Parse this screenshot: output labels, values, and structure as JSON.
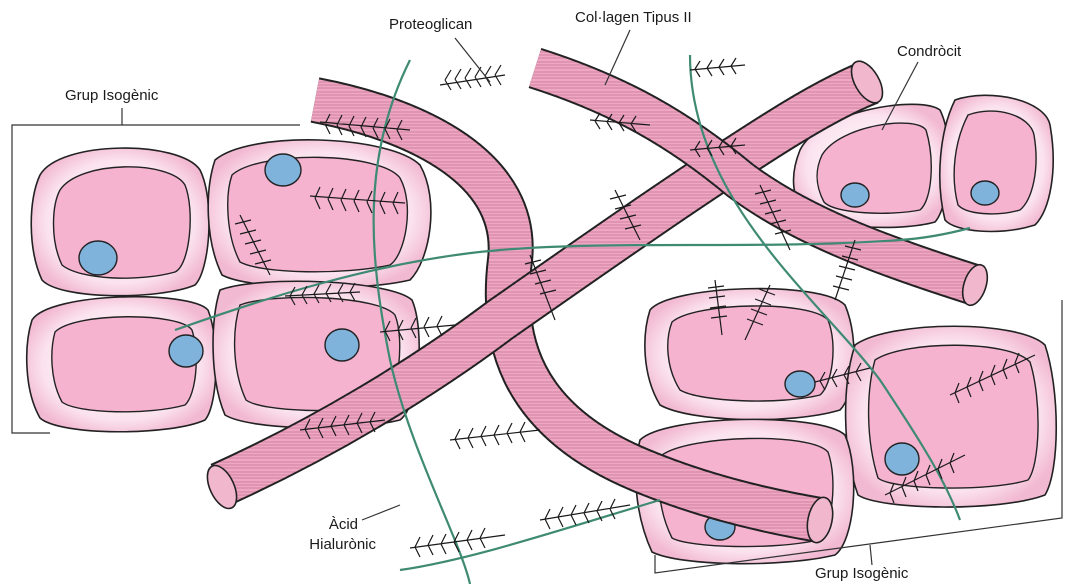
{
  "labels": {
    "proteoglycan": "Proteoglican",
    "collagen": "Col·lagen Tipus II",
    "chondrocyte": "Condròcit",
    "isogenic_left": "Grup Isogènic",
    "isogenic_right": "Grup Isogènic",
    "hyaluronic_line1": "Àcid",
    "hyaluronic_line2": "Hialurònic"
  },
  "colors": {
    "collagen_fill": "#efa7c2",
    "collagen_band": "#d98aa8",
    "cell_halo": "#f7cfe0",
    "cytoplasm": "#f5b3d0",
    "nucleus": "#7fb3dc",
    "hyaluronic": "#3f8a72",
    "outline": "#222222"
  }
}
